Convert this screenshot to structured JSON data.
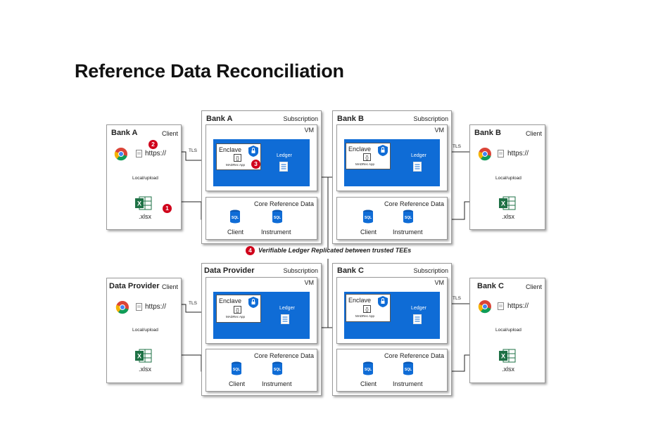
{
  "title": "Reference Data Reconciliation",
  "labels": {
    "client": "Client",
    "subscription": "Subscription",
    "vm": "VM",
    "enclave": "Enclave",
    "app": "MADRec App",
    "ledger": "Ledger",
    "core_ref": "Core Reference Data",
    "db_client": "Client",
    "db_instrument": "Instrument",
    "https": "https://",
    "local_upload": "Local/upload",
    "xlsx": ".xlsx",
    "tls": "TLS",
    "sql": "SQL"
  },
  "clients": {
    "bank_a": "Bank A",
    "bank_b": "Bank B",
    "data_provider": "Data Provider",
    "bank_c": "Bank C"
  },
  "subscriptions": {
    "bank_a": "Bank A",
    "bank_b": "Bank B",
    "data_provider": "Data Provider",
    "bank_c": "Bank C"
  },
  "badges": [
    "1",
    "2",
    "3",
    "4"
  ],
  "replication_note": "Verifiable Ledger Replicated between trusted TEEs",
  "colors": {
    "vm_blue": "#0f6cd6",
    "badge_red": "#d0021b",
    "excel_green": "#1e7145",
    "sql_blue": "#0f6cd6"
  }
}
